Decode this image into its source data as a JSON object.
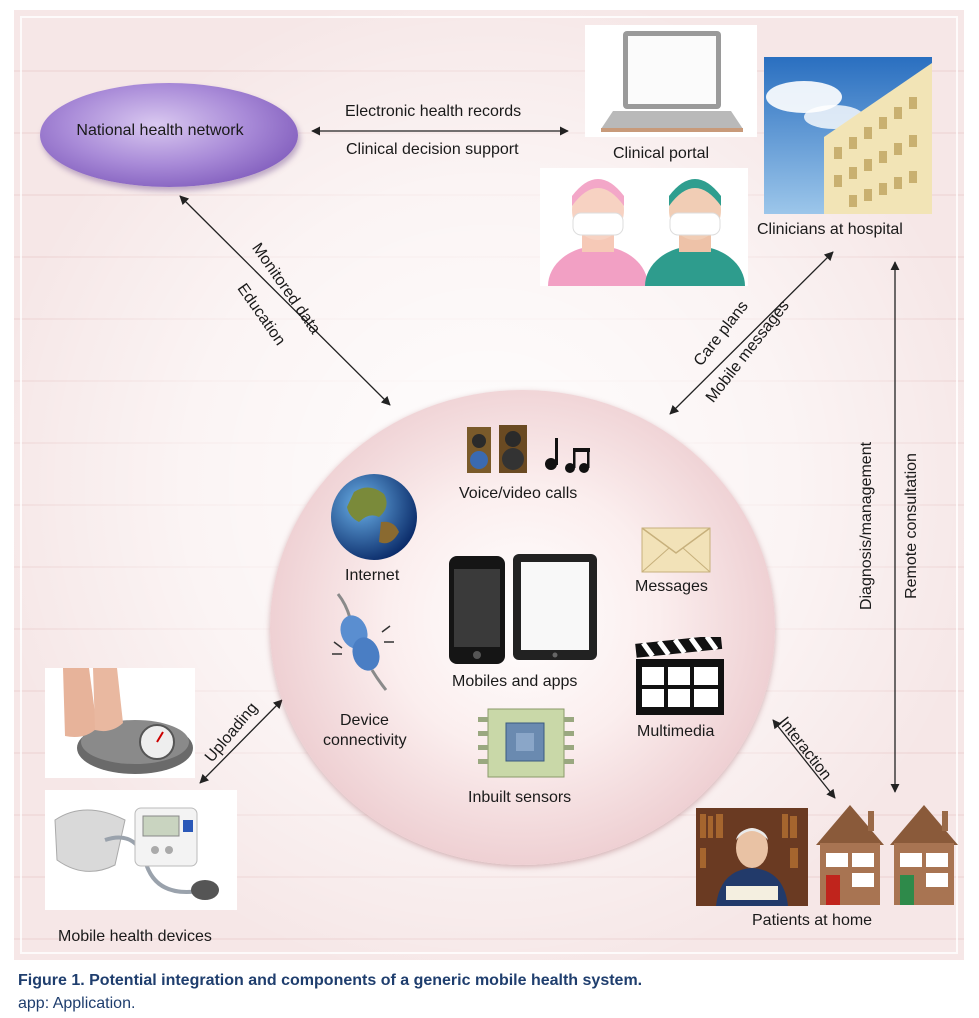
{
  "figure": {
    "caption": "Figure 1. Potential integration and components of a generic mobile health system.",
    "note": "app: Application."
  },
  "nodes": {
    "national_network": "National health network",
    "clinical_portal": "Clinical portal",
    "clinicians": "Clinicians at hospital",
    "mobile_devices": "Mobile health devices",
    "patients": "Patients at home"
  },
  "hub": {
    "voice": "Voice/video calls",
    "internet": "Internet",
    "messages": "Messages",
    "mobiles": "Mobiles and apps",
    "device_line1": "Device",
    "device_line2": "connectivity",
    "multimedia": "Multimedia",
    "sensors": "Inbuilt sensors"
  },
  "links": {
    "ehr": "Electronic health records",
    "cds": "Clinical decision support",
    "monitored": "Monitored data",
    "education": "Education",
    "care_plans": "Care plans",
    "mobile_messages": "Mobile messages",
    "diagnosis": "Diagnosis/management",
    "remote": "Remote consultation",
    "uploading": "Uploading",
    "interaction": "Interaction"
  },
  "colors": {
    "network_ellipse": "#8a66c4",
    "hub": "#e8c2c6",
    "caption": "#1f3e6e"
  }
}
